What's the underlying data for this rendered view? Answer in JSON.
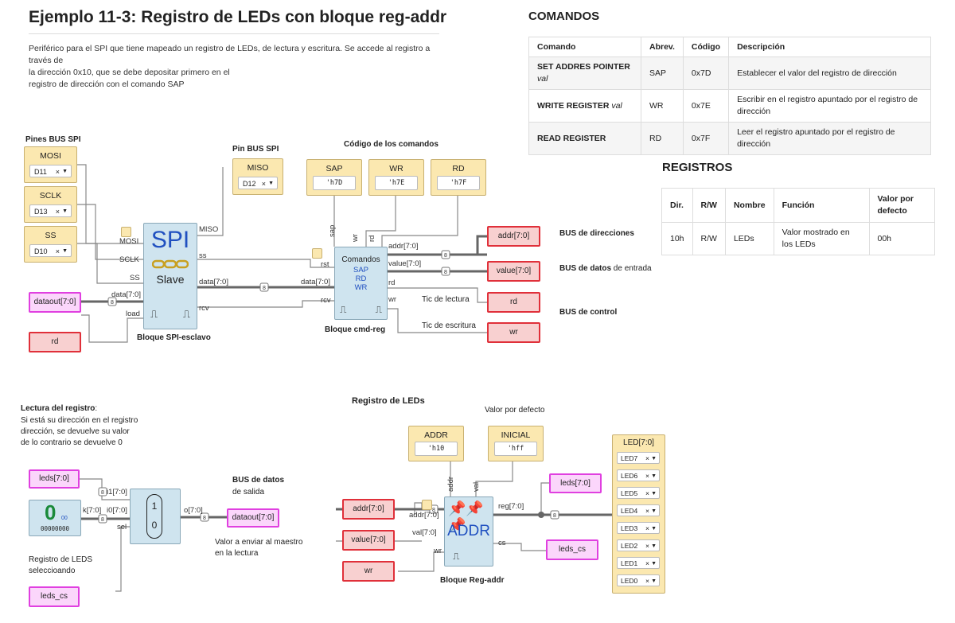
{
  "header": {
    "title": "Ejemplo 11-3: Registro de LEDs con bloque reg-addr",
    "intro_line1": "Periférico para el SPI que tiene mapeado un registro de LEDs, de lectura y escritura. Se accede al registro a través de",
    "intro_line2": "la dirección 0x10, que se debe depositar primero en el",
    "intro_line3": "registro de dirección con el comando SAP"
  },
  "commands": {
    "title": "COMANDOS",
    "headers": [
      "Comando",
      "Abrev.",
      "Código",
      "Descripción"
    ],
    "rows": [
      {
        "cmd": "SET ADDRES POINTER",
        "arg": "val",
        "abbr": "SAP",
        "code": "0x7D",
        "desc": "Establecer el valor del registro de dirección"
      },
      {
        "cmd": "WRITE REGISTER",
        "arg": "val",
        "abbr": "WR",
        "code": "0x7E",
        "desc": "Escribir en el registro apuntado por el registro de dirección"
      },
      {
        "cmd": "READ REGISTER",
        "arg": "",
        "abbr": "RD",
        "code": "0x7F",
        "desc": "Leer el registro apuntado por el registro de dirección"
      }
    ]
  },
  "registers": {
    "title": "REGISTROS",
    "headers": [
      "Dir.",
      "R/W",
      "Nombre",
      "Función",
      "Valor por defecto"
    ],
    "rows": [
      {
        "dir": "10h",
        "rw": "R/W",
        "name": "LEDs",
        "func": "Valor mostrado en los LEDs",
        "def": "00h"
      }
    ]
  },
  "diagram_top": {
    "pines_bus_spi": "Pines BUS SPI",
    "mosi": {
      "name": "MOSI",
      "pin": "D11"
    },
    "sclk": {
      "name": "SCLK",
      "pin": "D13"
    },
    "ss": {
      "name": "SS",
      "pin": "D10"
    },
    "pin_bus_spi": "Pin BUS SPI",
    "miso": {
      "name": "MISO",
      "pin": "D12"
    },
    "codigo_comandos": "Código de los comandos",
    "sap_const": {
      "name": "SAP",
      "value": "'h7D"
    },
    "wr_const": {
      "name": "WR",
      "value": "'h7E"
    },
    "rd_const": {
      "name": "RD",
      "value": "'h7F"
    },
    "spi_block": {
      "title": "SPI",
      "subtitle": "Slave",
      "caption": "Bloque SPI-esclavo",
      "in_mosi": "MOSI",
      "in_sclk": "SCLK",
      "in_ss": "SS",
      "in_data": "data[7:0]",
      "in_load": "load",
      "out_miso": "MISO",
      "out_ss": "ss",
      "out_data": "data[7:0]",
      "out_rcv": "rcv"
    },
    "cmd_block": {
      "title": "Comandos",
      "l1": "SAP",
      "l2": "RD",
      "l3": "WR",
      "caption": "Bloque cmd-reg",
      "in_sap": "sap",
      "in_wr": "wr",
      "in_rd": "rd",
      "in_rst": "rst",
      "in_data": "data[7:0]",
      "in_rcv": "rcv",
      "out_addr": "addr[7:0]",
      "out_value": "value[7:0]",
      "out_rd": "rd",
      "out_wr": "wr"
    },
    "dataout_tag": "dataout[7:0]",
    "rd_tag_in": "rd",
    "addr_tag": "addr[7:0]",
    "value_tag": "value[7:0]",
    "rd_tag_out": "rd",
    "wr_tag_out": "wr",
    "bus_direcciones": "BUS de direcciones",
    "bus_datos_bold": "BUS de datos",
    "bus_datos_rest": " de entrada",
    "bus_control": "BUS de control",
    "tic_lectura": "Tic de lectura",
    "tic_escritura": "Tic de escritura",
    "bus_width": "8"
  },
  "diagram_bottom": {
    "lectura_bold": "Lectura del registro",
    "lectura_colon": ":",
    "lectura_l1": "Si está su dirección en el registro",
    "lectura_l2": "dirección, se devuelve su valor",
    "lectura_l3": "de lo contrario se devuelve 0",
    "leds_tag": "leds[7:0]",
    "zero_display": {
      "big": "0",
      "small": "00",
      "bits": "00000000"
    },
    "mux": {
      "one": "1",
      "zero": "0",
      "i1": "i1[7:0]",
      "k": "k[7:0]",
      "i0": "i0[7:0]",
      "sel": "sel",
      "o": "o[7:0]"
    },
    "bus_datos_salida_bold": "BUS de datos",
    "bus_datos_salida_rest": "de salida",
    "dataout_tag": "dataout[7:0]",
    "valor_enviar_l1": "Valor a enviar al maestro",
    "valor_enviar_l2": "en la lectura",
    "reg_leds_l1": "Registro de LEDS",
    "reg_leds_l2": "seleccioando",
    "leds_cs_in": "leds_cs",
    "registro_leds": "Registro de LEDs",
    "valor_defecto": "Valor por defecto",
    "addr_const": {
      "name": "ADDR",
      "value": "'h10"
    },
    "inicial_const": {
      "name": "INICIAL",
      "value": "'hff"
    },
    "addr_tag": "addr[7:0]",
    "value_tag": "value[7:0]",
    "wr_tag": "wr",
    "addr_block": {
      "title": "ADDR",
      "caption": "Bloque Reg-addr",
      "in_addr_top": "addr",
      "in_val": "val",
      "in_addr": "addr[7:0]",
      "in_value": "val[7:0]",
      "in_wr": "wr",
      "out_reg": "reg[7:0]",
      "out_cs": "cs"
    },
    "leds_tag_out": "leds[7:0]",
    "leds_cs_out": "leds_cs",
    "led_panel_title": "LED[7:0]",
    "leds": [
      "LED7",
      "LED6",
      "LED5",
      "LED4",
      "LED3",
      "LED2",
      "LED1",
      "LED0"
    ]
  },
  "colors": {
    "block": "#cfe4ef",
    "input": "#fbe8b0",
    "tag_red": "#e0303a",
    "tag_pink": "#e040e0",
    "spi_text": "#2050c0"
  }
}
